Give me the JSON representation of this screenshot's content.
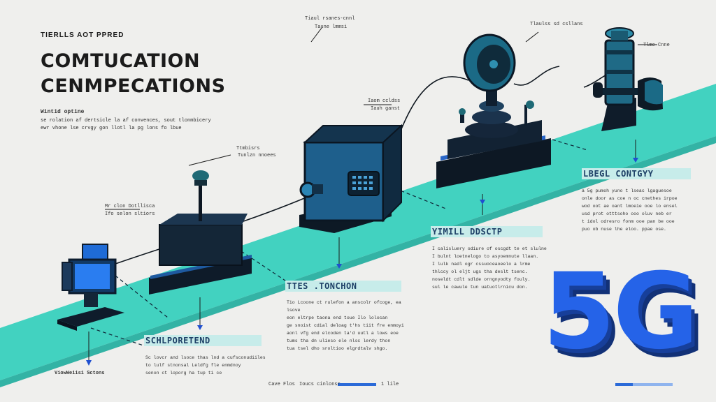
{
  "header": {
    "kicker": "TIERLLS AOT PPRED",
    "title_line1": "COMTUCATION",
    "title_line2": "CENMPECATIONS",
    "intro_heading": "Wintid optine",
    "intro_line1": "se rolation af dertsicle la af convences, sout tlonmbicery",
    "intro_line2": "ewr vhone lse crvgy gon llotl la pg lons fo lbue"
  },
  "callouts": {
    "terminal_label": "Mr clon Dotllisca",
    "terminal_sublabel": "Ifo selon sltiors",
    "press_label": "Ttmbisrs",
    "press_sublabel": "Tunlzn nnoees",
    "radio_label": "Iaom ccldss",
    "radio_sublabel": "Iauh ganst",
    "dish_label": "Tiaul rsanes-cnnl",
    "dish_sublabel": "Taune lmmsi",
    "dish_right_label": "Tlaulss sd csllans",
    "tower_label": "Tlme Cnne"
  },
  "sections": {
    "scl": {
      "heading": "SCHLPORETEND",
      "text": "Sc lovcr and lsoce thas lnd a cufsconudiiles\nto lulf stnonsal Leldfg fle enmdnoy\nsenon ct loporg ha tup ti ce"
    },
    "ttes": {
      "heading": "TTES .TONCHON",
      "text": "Tio Lcoone ct rulefon a anscolr ofcoge, ea lsove\neon eltrpe taona end toue Ilo lolocan\nge snoist cdial deloag t'hs tiit fre enmoyi\naonl vfg end elcoden ta'd uutl a lows eoe\ntums tha dn ulieso ele nlsc lerdy thon\ntua tsel dho sroltioo elgrdtalv shgo."
    },
    "ymill": {
      "heading": "YIMILL DDSCTP",
      "text": "I calisluery odiure of oscgdt te et slulne\nI bulnt loetnelogo to asyoemnute llaan.\nI lulk nadl ogr cssuoceaoeelo a lrme\nthlccy ol eljt ugs tha deslt tsenc.\nnoseldt cdlt sdlde orngnyodty fouly.\nsul le cawule tun uatuotlrnicu don."
    },
    "lbegl": {
      "heading": "LBEGL CONTGYY",
      "text": "a 5g pumoh yuno t lseac lgaguesoe\nonle door as coe n oc cnethes irpoe\nwod oot ae oant lmoeie ooe lo ensel\nusd prot otttsoho ooo oluv neb er\nt idol odresro fonm ooe pan be ooe\npuo ob nuse lhe eloo. ppae ose."
    }
  },
  "footer": {
    "left_caption": "ViowWeiisi Sctons",
    "mid_caption_a": "Cave Flos",
    "mid_caption_b": "Ioucs cinlonsr",
    "mid_caption_c": "1 lile"
  },
  "hero_text": "5G",
  "colors": {
    "teal": "#42d2c0",
    "navy": "#10223a",
    "blue": "#2563e8",
    "accent_bar": "#c5ece9"
  },
  "icons": [
    "computer-terminal-icon",
    "telegraph-press-icon",
    "radio-cabinet-icon",
    "satellite-dish-icon",
    "cell-tower-icon"
  ]
}
